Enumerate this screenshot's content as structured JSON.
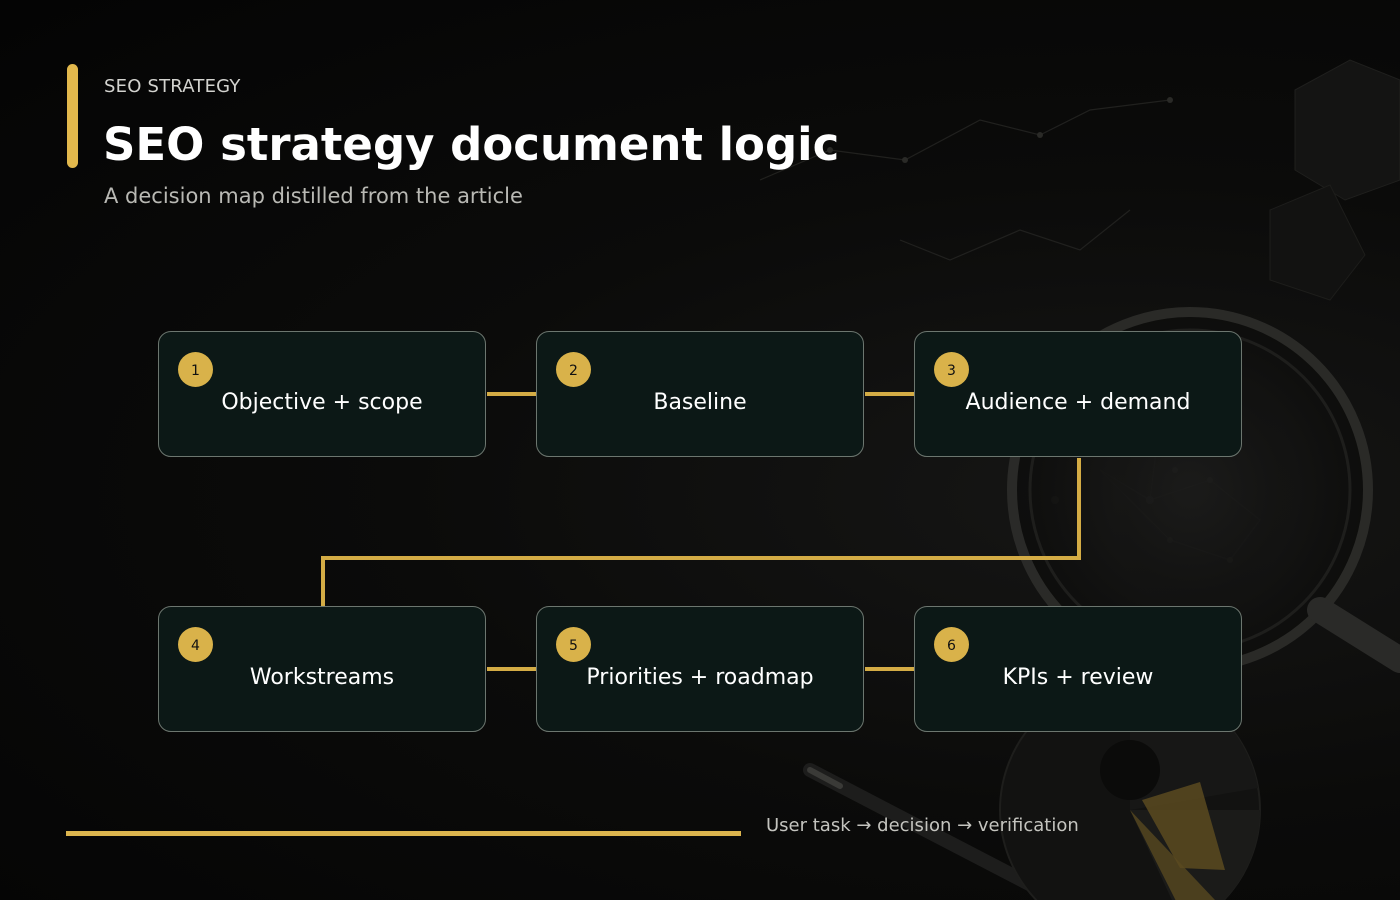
{
  "header": {
    "kicker": "SEO STRATEGY",
    "title": "SEO strategy document logic",
    "subtitle": "A decision map distilled from the article"
  },
  "steps": [
    {
      "number": "1",
      "label": "Objective + scope"
    },
    {
      "number": "2",
      "label": "Baseline"
    },
    {
      "number": "3",
      "label": "Audience + demand"
    },
    {
      "number": "4",
      "label": "Workstreams"
    },
    {
      "number": "5",
      "label": "Priorities + roadmap"
    },
    {
      "number": "6",
      "label": "KPIs + review"
    }
  ],
  "footer": {
    "caption": "User task → decision → verification"
  },
  "colors": {
    "accent": "#e2b84c",
    "node_fill": "#0c1816",
    "node_border": "#6c766f",
    "background": "#050505"
  }
}
